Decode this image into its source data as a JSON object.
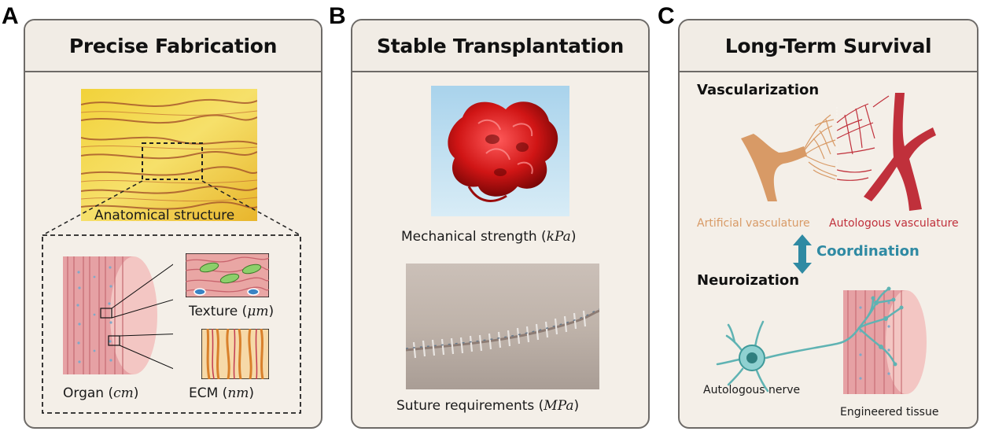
{
  "panel_a": {
    "letter": "A",
    "title": "Precise Fabrication",
    "anatomical_caption": "Anatomical structure",
    "texture_label": "Texture",
    "texture_unit": "μm",
    "ecm_label": "ECM",
    "ecm_unit": "nm",
    "organ_label": "Organ",
    "organ_unit": "cm"
  },
  "panel_b": {
    "letter": "B",
    "title": "Stable Transplantation",
    "mechanical_label": "Mechanical strength",
    "mechanical_unit": "kPa",
    "suture_label": "Suture requirements",
    "suture_unit": "MPa"
  },
  "panel_c": {
    "letter": "C",
    "title": "Long-Term Survival",
    "vascularization": "Vascularization",
    "artificial_vasculature": "Artificial vasculature",
    "autologous_vasculature": "Autologous vasculature",
    "coordination": "Coordination",
    "neuroization": "Neuroization",
    "autologous_nerve": "Autologous nerve",
    "engineered_tissue": "Engineered tissue"
  },
  "colors": {
    "panel_bg": "#f4efe8",
    "panel_border": "#6d6a67",
    "artificial": "#d89a66",
    "autologous": "#c0303b",
    "coordination": "#2f8aa3",
    "nerve": "#5fb3b3",
    "tissue": "#e8a9a9"
  }
}
